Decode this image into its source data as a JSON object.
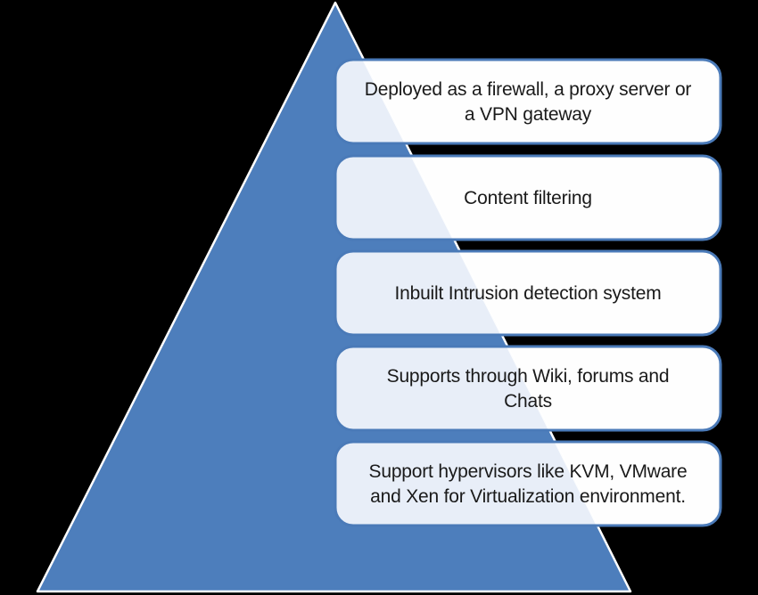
{
  "diagram": {
    "title_hint": "Pyramid diagram of firewall distribution features",
    "background_color": "#000000",
    "pyramid": {
      "fill": "#4d7ebc",
      "stroke": "#ffffff"
    },
    "box_style": {
      "fill": "#fefefe",
      "tint": "#e8eef8",
      "border": "#4a7ab8",
      "text_color": "#1a1a1a"
    },
    "boxes": [
      {
        "id": "level-1",
        "lines": [
          "Deployed as a firewall, a proxy server or",
          "a VPN gateway"
        ]
      },
      {
        "id": "level-2",
        "lines": [
          "Content filtering"
        ]
      },
      {
        "id": "level-3",
        "lines": [
          "Inbuilt Intrusion detection system"
        ]
      },
      {
        "id": "level-4",
        "lines": [
          "Supports through Wiki, forums and",
          "Chats"
        ]
      },
      {
        "id": "level-5",
        "lines": [
          "Support hypervisors like KVM, VMware",
          "and Xen for Virtualization environment."
        ]
      }
    ]
  }
}
